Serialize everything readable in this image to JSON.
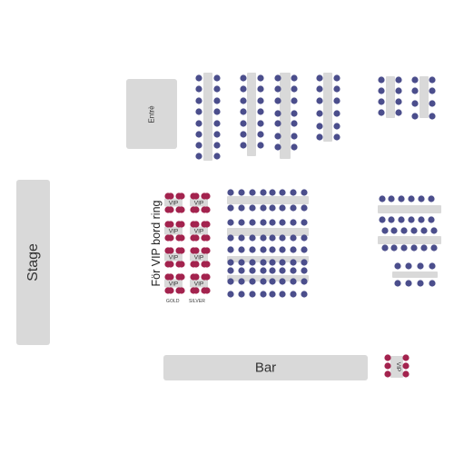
{
  "labels": {
    "stage": "Stage",
    "entrance": "Entrè",
    "bar": "Bar",
    "vip_ring": "För VIP bord ring",
    "gold": "GOLD",
    "silver": "SILVER",
    "vip": "VIP"
  },
  "colors": {
    "background": "#ffffff",
    "block": "#d9d9d9",
    "table": "#d9d9d9",
    "seat_regular": "#4b4e8c",
    "seat_vip": "#a3234e"
  }
}
